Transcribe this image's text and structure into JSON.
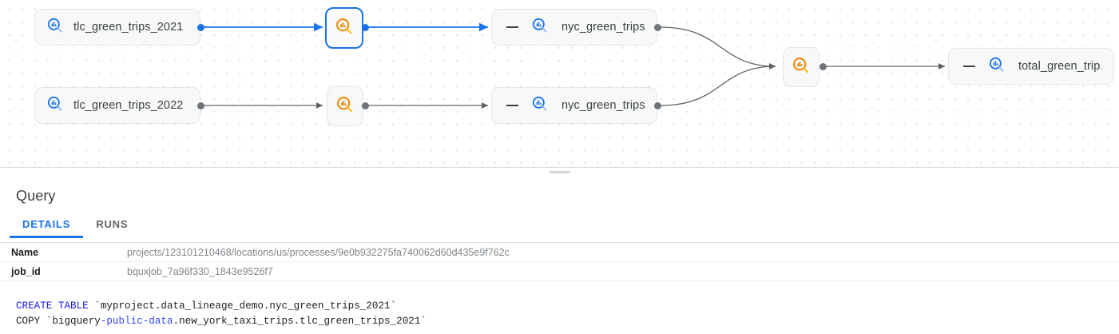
{
  "graph": {
    "nodes": [
      {
        "id": "tlc2021",
        "kind": "table",
        "label": "tlc_green_trips_2021",
        "icon": "bigquery-table-icon",
        "selected": false,
        "collapse": false
      },
      {
        "id": "tlc2022",
        "kind": "table",
        "label": "tlc_green_trips_2022",
        "icon": "bigquery-table-icon",
        "selected": false,
        "collapse": false
      },
      {
        "id": "proc1",
        "kind": "process",
        "label": "",
        "icon": "bigquery-process-icon",
        "selected": true,
        "collapse": false
      },
      {
        "id": "proc2",
        "kind": "process",
        "label": "",
        "icon": "bigquery-process-icon",
        "selected": false,
        "collapse": false
      },
      {
        "id": "nyc1",
        "kind": "table",
        "label": "nyc_green_trips…",
        "icon": "bigquery-table-icon",
        "selected": false,
        "collapse": true
      },
      {
        "id": "nyc2",
        "kind": "table",
        "label": "nyc_green_trips…",
        "icon": "bigquery-table-icon",
        "selected": false,
        "collapse": true
      },
      {
        "id": "proc3",
        "kind": "process",
        "label": "",
        "icon": "bigquery-process-icon",
        "selected": false,
        "collapse": false
      },
      {
        "id": "total",
        "kind": "table",
        "label": "total_green_trip…",
        "icon": "bigquery-table-icon",
        "selected": false,
        "collapse": true
      }
    ],
    "colors": {
      "selected_edge": "#1a73e8",
      "edge": "#5f6368",
      "process_icon": "#ea8600",
      "table_icon": "#1a73e8"
    }
  },
  "panel": {
    "title": "Query",
    "tabs": [
      {
        "id": "details",
        "label": "DETAILS",
        "active": true
      },
      {
        "id": "runs",
        "label": "RUNS",
        "active": false
      }
    ],
    "details": [
      {
        "key": "Name",
        "value": "projects/123101210468/locations/us/processes/9e0b932275fa740062d60d435e9f762c"
      },
      {
        "key": "job_id",
        "value": "bquxjob_7a96f330_1843e9526f7"
      }
    ],
    "sql": {
      "line1_kw": "CREATE TABLE",
      "line1_rest": " `myproject.data_lineage_demo.nyc_green_trips_2021`",
      "line2_pre": "COPY `bigquery",
      "line2_kw": "-public-data",
      "line2_rest": ".new_york_taxi_trips.tlc_green_trips_2021`"
    }
  }
}
